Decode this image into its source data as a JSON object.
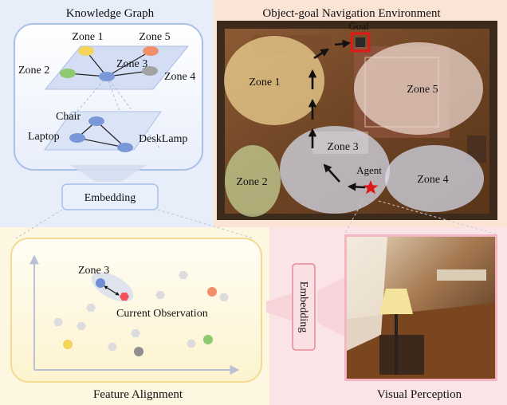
{
  "panels": {
    "knowledge_graph": "Knowledge Graph",
    "environment": "Object-goal Navigation Environment",
    "feature_alignment": "Feature Alignment",
    "visual_perception": "Visual Perception"
  },
  "knowledge_graph": {
    "zones": [
      "Zone 1",
      "Zone 2",
      "Zone 3",
      "Zone 4",
      "Zone 5"
    ],
    "objects": [
      "Chair",
      "Laptop",
      "DeskLamp"
    ],
    "zone_colors": {
      "zone1": "#f6d35a",
      "zone2": "#8dc96d",
      "zone3": "#7a98d8",
      "zone4": "#a3a3a3",
      "zone5": "#f0906a"
    }
  },
  "embedding_top": "Embedding",
  "embedding_side": "Embedding",
  "environment": {
    "zones": [
      "Zone 1",
      "Zone 2",
      "Zone 3",
      "Zone 4",
      "Zone 5"
    ],
    "goal": "Goal",
    "agent": "Agent"
  },
  "alignment": {
    "zone_label": "Zone 3",
    "observation_label": "Current Observation"
  }
}
